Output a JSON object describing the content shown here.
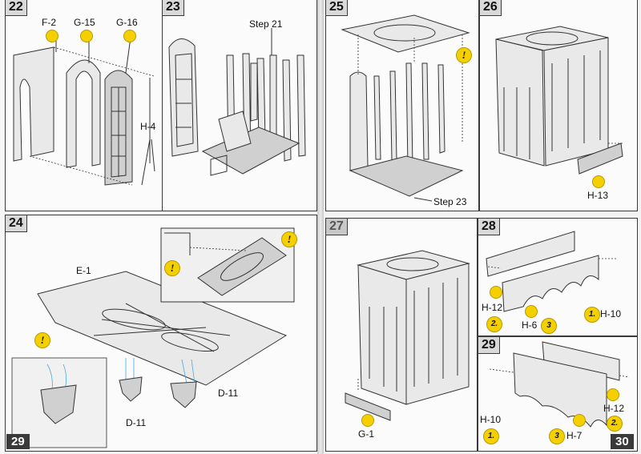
{
  "pages": {
    "left_number": "29",
    "right_number": "30"
  },
  "steps": {
    "s22": {
      "number": "22",
      "labels": {
        "f2": "F-2",
        "g15": "G-15",
        "g16": "G-16",
        "h4": "H-4"
      }
    },
    "s23": {
      "number": "23",
      "labels": {
        "ref": "Step 21"
      }
    },
    "s24": {
      "number": "24",
      "labels": {
        "e1": "E-1",
        "d11a": "D-11",
        "d11b": "D-11"
      },
      "warning": "!"
    },
    "s25": {
      "number": "25",
      "labels": {
        "ref": "Step 23"
      },
      "warning": "!"
    },
    "s26": {
      "number": "26",
      "labels": {
        "h13": "H-13"
      }
    },
    "s27": {
      "number": "27",
      "labels": {
        "g1": "G-1"
      }
    },
    "s28": {
      "number": "28",
      "labels": {
        "h12": "H-12",
        "h6": "H-6",
        "h10": "H-10"
      },
      "order": {
        "o1": "1.",
        "o2": "2.",
        "o3": "3"
      }
    },
    "s29": {
      "number": "29",
      "labels": {
        "h10": "H-10",
        "h7": "H-7",
        "h12": "H-12"
      },
      "order": {
        "o1": "1.",
        "o2": "2.",
        "o3": "3"
      }
    }
  },
  "colors": {
    "callout": "#f5d000",
    "guide_line": "#47a9e0",
    "frame": "#3a3a3a"
  }
}
